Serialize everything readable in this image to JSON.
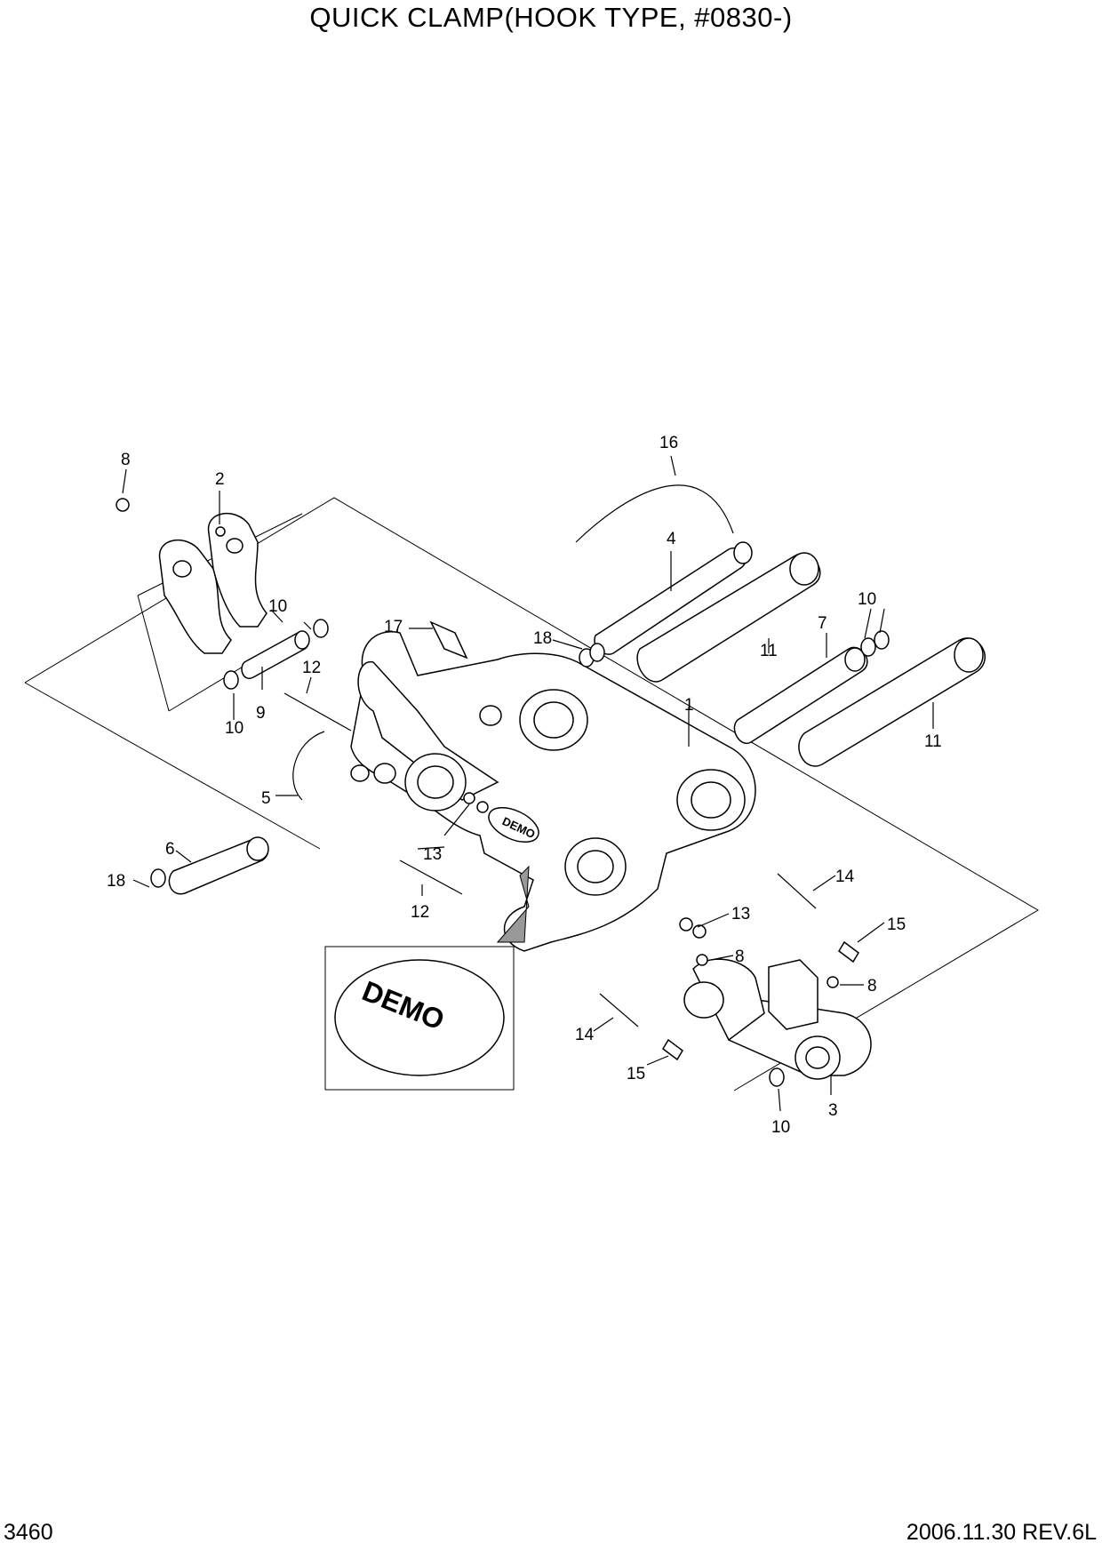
{
  "title": "QUICK CLAMP(HOOK TYPE, #0830-)",
  "page_number": "3460",
  "revision": "2006.11.30  REV.6L",
  "callouts": {
    "c1": "1",
    "c2": "2",
    "c3": "3",
    "c4": "4",
    "c5": "5",
    "c6": "6",
    "c7": "7",
    "c8a": "8",
    "c8b": "8",
    "c8c": "8",
    "c9": "9",
    "c10a": "10",
    "c10b": "10",
    "c10c": "10",
    "c10d": "10",
    "c11a": "11",
    "c11b": "11",
    "c12a": "12",
    "c12b": "12",
    "c13a": "13",
    "c13b": "13",
    "c14a": "14",
    "c14b": "14",
    "c15a": "15",
    "c15b": "15",
    "c16": "16",
    "c17": "17",
    "c18a": "18",
    "c18b": "18"
  },
  "logo_text": "DEMO"
}
